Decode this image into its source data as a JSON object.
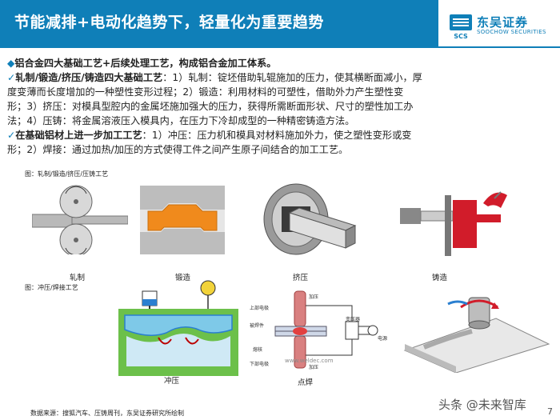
{
  "header": {
    "title": "节能减排+电动化趋势下，轻量化为重要趋势",
    "logo_cn": "东吴证券",
    "logo_en": "SOOCHOW SECURITIES",
    "logo_mark": "SCS"
  },
  "body": {
    "line1": "铝合金四大基础工艺+后续处理工艺，构成铝合金加工体系。",
    "line2_bold": "轧制/锻造/挤压/铸造四大基础工艺",
    "line2_rest": "：1）轧制：锭坯借助轧辊施加的压力，使其横断面减小，厚",
    "line3": "度变薄而长度增加的一种塑性变形过程；2）锻造：利用材料的可塑性，借助外力产生塑性变",
    "line4": "形；3）挤压：对模具型腔内的金属坯施加强大的压力，获得所需断面形状、尺寸的塑性加工办",
    "line5": "法；4）压铸：将金属溶液压入模具内，在压力下冷却成型的一种精密铸造方法。",
    "line6_bold": "在基础铝材上进一步加工工艺",
    "line6_rest": "：1）冲压：压力机和模具对材料施加外力，使之塑性变形或变",
    "line7": "形；2）焊接：通过加热/加压的方式使得工件之间产生原子间结合的加工工艺。"
  },
  "figure1": {
    "caption": "图：轧制/锻造/挤压/压铸工艺",
    "labels": [
      "轧制",
      "锻造",
      "挤压",
      "铸造"
    ]
  },
  "figure2": {
    "caption": "图：冲压/焊接工艺",
    "labels": [
      "冲压",
      "点焊"
    ],
    "weld_labels": {
      "top_electrode": "上部电极",
      "workpiece": "被焊件",
      "nugget": "熔核",
      "bottom_electrode": "下部电极",
      "pressure_top": "加压",
      "pressure_bottom": "加压",
      "transformer": "变压器",
      "power": "电源"
    },
    "site": "www.weldec.com"
  },
  "footer": {
    "source": "数据来源：搜狐汽车、压铸周刊，东吴证券研究所绘制",
    "page": "7",
    "watermark": "头条 @未来智库"
  },
  "colors": {
    "brand": "#0f7fb8",
    "forging": "#f08a1c",
    "casting": "#d11c2a"
  }
}
